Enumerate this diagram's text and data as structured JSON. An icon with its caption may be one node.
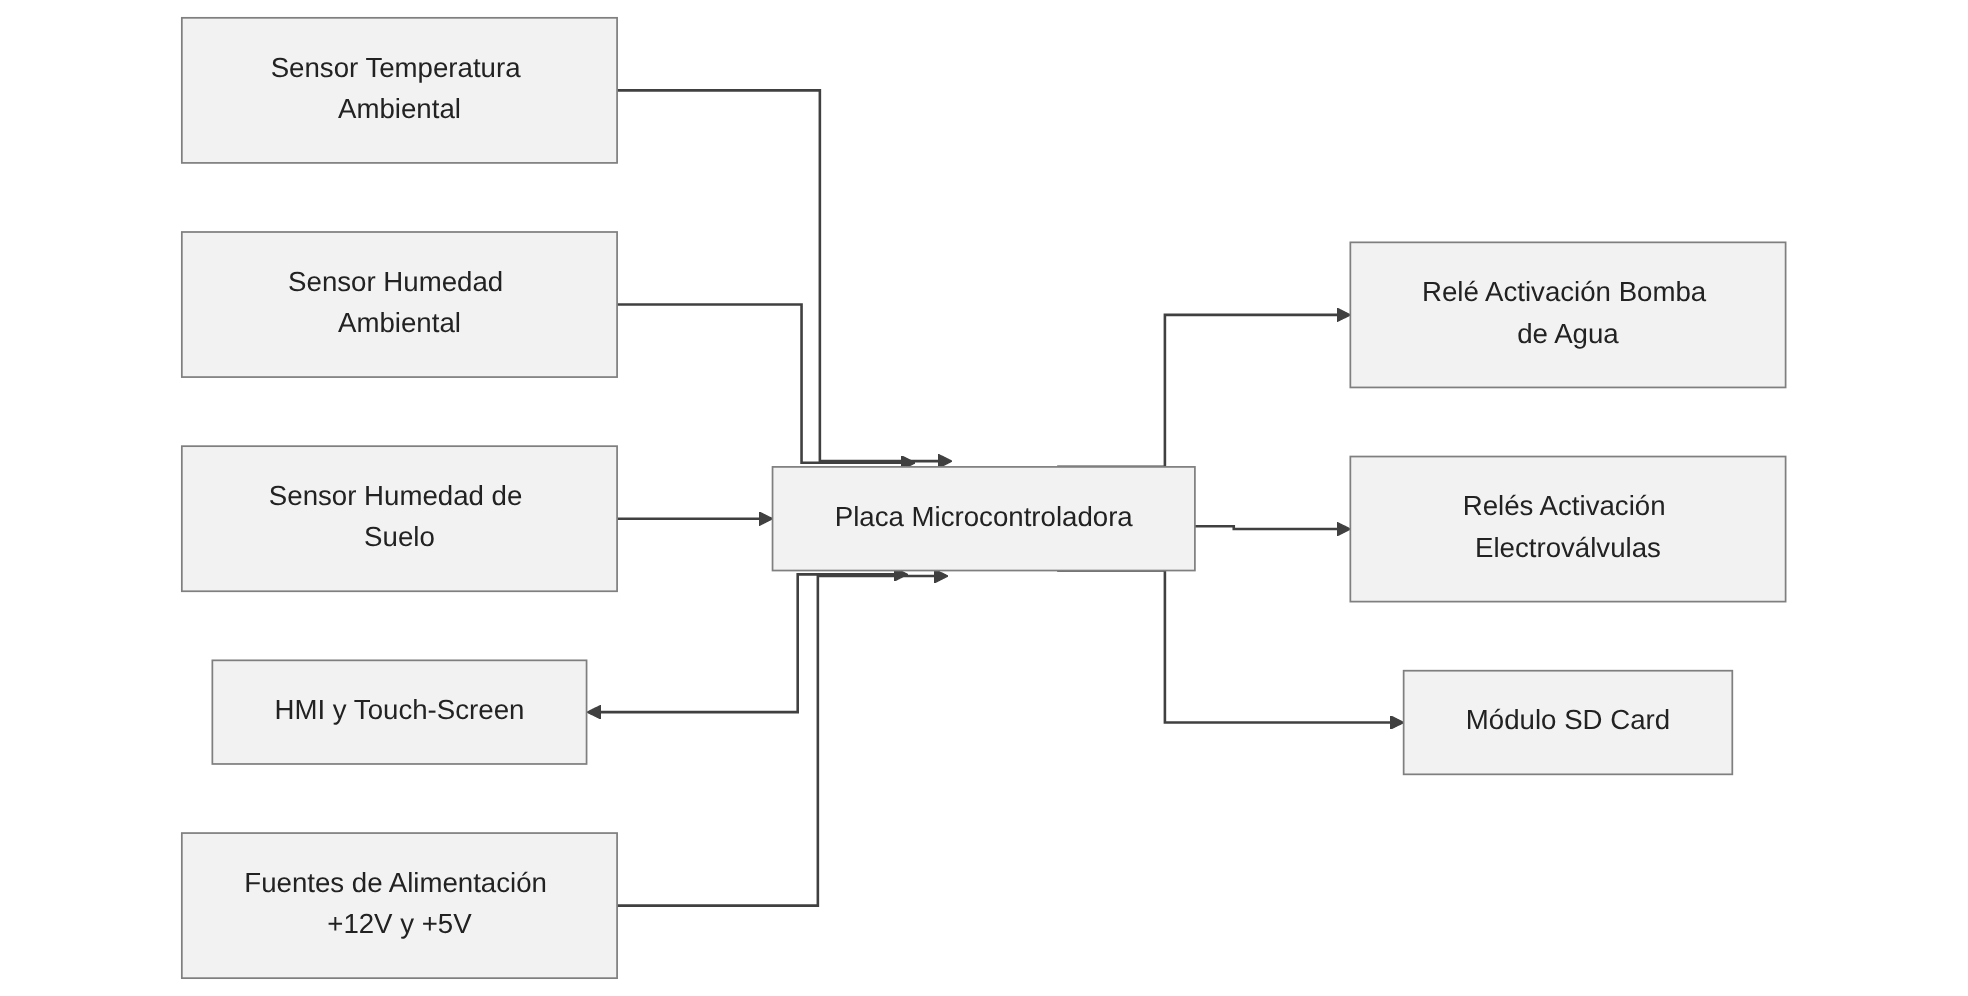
{
  "diagram": {
    "nodes": [
      {
        "text": [
          "Sensor Temperatura Ambiental"
        ]
      },
      {
        "text": [
          "HMI y Touch-Screen"
        ]
      },
      {
        "text": [
          "Relé Activación Bomba de Agua"
        ]
      },
      {
        "text": [
          "Sensor Humedad Ambiental"
        ]
      },
      {
        "text": [
          "Placa Microcontroladora"
        ]
      },
      {
        "text": [
          "Relés Activación Electroválvulas"
        ]
      },
      {
        "text": [
          "Sensor Humedad de Suelo"
        ]
      },
      {
        "text": [
          "Fuentes de Alimentación +12V y +5V"
        ]
      },
      {
        "text": [
          "Módulo SD Card"
        ]
      }
    ],
    "edges": [
      {
        "from": 0,
        "to": 4,
        "arrow": "to"
      },
      {
        "from": 3,
        "to": 4,
        "arrow": "to"
      },
      {
        "from": 6,
        "to": 4,
        "arrow": "to"
      },
      {
        "from": 1,
        "to": 4,
        "arrow": "both"
      },
      {
        "from": 7,
        "to": 4,
        "arrow": "to"
      },
      {
        "from": 4,
        "to": 2,
        "arrow": "to"
      },
      {
        "from": 4,
        "to": 5,
        "arrow": "to"
      },
      {
        "from": 4,
        "to": 8,
        "arrow": "to"
      }
    ]
  }
}
